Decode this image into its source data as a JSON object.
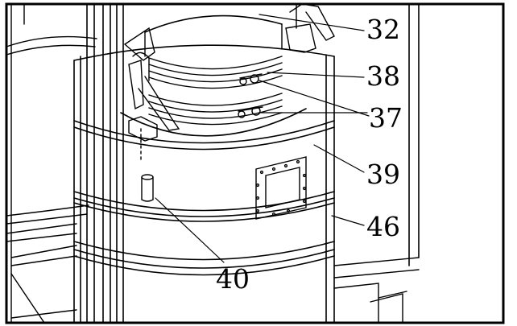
{
  "figure": {
    "labels": {
      "top_lid": "32",
      "clamp_band": "38",
      "clamp_bolts": "37",
      "drum_shoulder": "39",
      "drum_body": "46",
      "locating_pin": "40"
    }
  }
}
